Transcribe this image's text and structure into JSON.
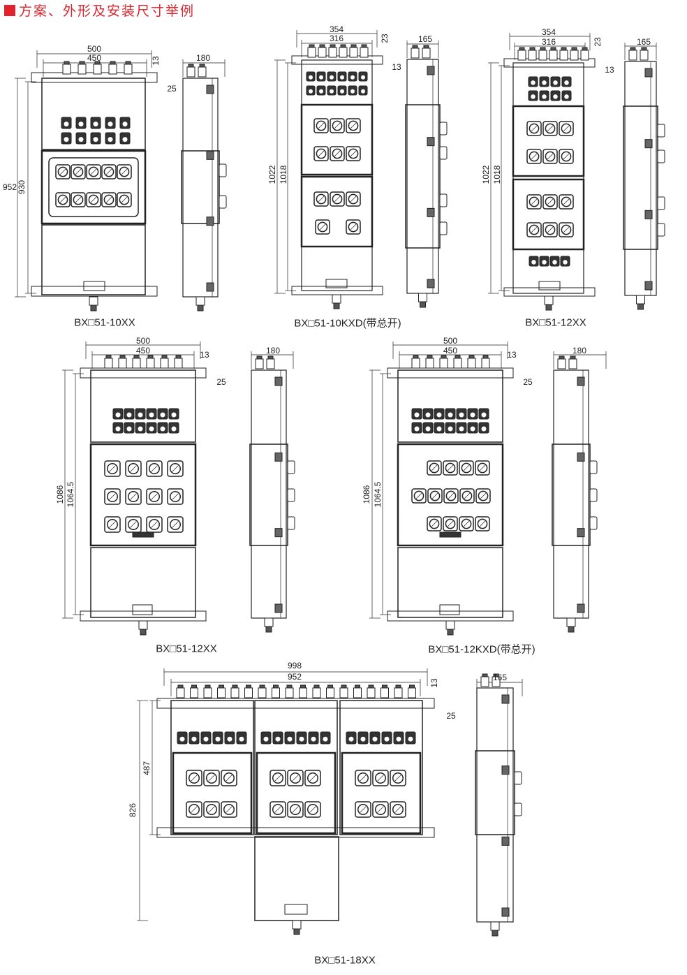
{
  "title": "方案、外形及安装尺寸举例",
  "colors": {
    "accent": "#e0232c",
    "line": "#222222"
  },
  "figures": [
    {
      "caption": "BX□51-10XX",
      "dims": {
        "overall_width": "500",
        "mount_width": "450",
        "flange": "13",
        "offset": "25",
        "overall_height": "952",
        "mount_height": "930",
        "depth": "180"
      }
    },
    {
      "caption": "BX□51-10KXD(带总开)",
      "dims": {
        "overall_width": "354",
        "mount_width": "316",
        "flange": "23",
        "offset": "13",
        "overall_height": "1022",
        "mount_height": "1018",
        "depth": "165"
      }
    },
    {
      "caption": "BX□51-12XX",
      "dims": {
        "overall_width": "354",
        "mount_width": "316",
        "flange": "23",
        "offset": "13",
        "overall_height": "1022",
        "mount_height": "1018",
        "depth": "165"
      }
    },
    {
      "caption": "BX□51-12XX",
      "dims": {
        "overall_width": "500",
        "mount_width": "450",
        "flange": "13",
        "offset": "25",
        "overall_height": "1086",
        "mount_height": "1064.5",
        "depth": "180"
      }
    },
    {
      "caption": "BX□51-12KXD(带总开)",
      "dims": {
        "overall_width": "500",
        "mount_width": "450",
        "flange": "13",
        "offset": "25",
        "overall_height": "1086",
        "mount_height": "1064.5",
        "depth": "180"
      }
    },
    {
      "caption": "BX□51-18XX",
      "dims": {
        "overall_width": "998",
        "mount_width": "952",
        "flange": "13",
        "offset": "25",
        "overall_height": "826",
        "mount_height": "487",
        "depth": "165"
      }
    }
  ]
}
